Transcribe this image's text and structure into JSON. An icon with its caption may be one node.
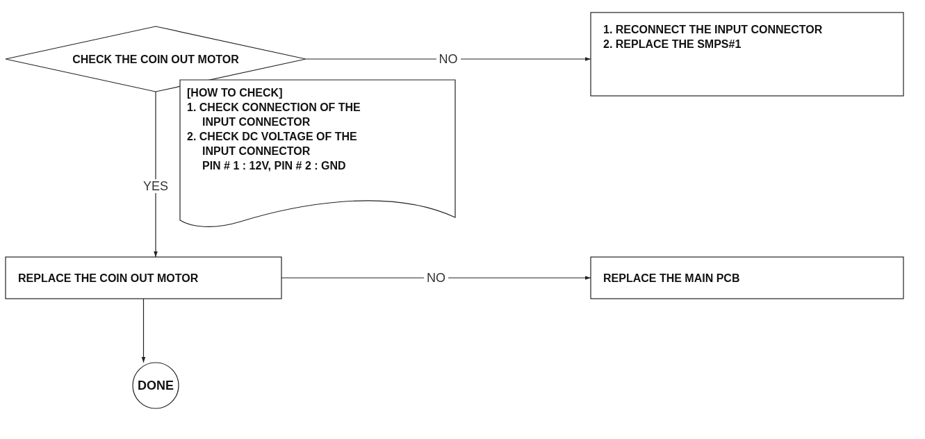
{
  "diagram": {
    "nodes": [
      {
        "text": [
          "CHECK THE COIN OUT MOTOR"
        ]
      },
      {
        "text": [
          "1. RECONNECT THE INPUT CONNECTOR",
          "2. REPLACE THE SMPS#1"
        ]
      },
      {
        "text": [
          "[HOW TO CHECK]",
          "1. CHECK CONNECTION OF THE INPUT CONNECTOR",
          "2. CHECK DC VOLTAGE OF THE INPUT CONNECTOR",
          "PIN # 1 : 12V,  PIN # 2 : GND"
        ]
      },
      {
        "text": [
          "REPLACE THE COIN OUT MOTOR"
        ]
      },
      {
        "text": [
          "REPLACE THE MAIN PCB"
        ]
      },
      {
        "text": [
          "DONE"
        ]
      }
    ],
    "edges": [
      {
        "from": 0,
        "to": 1,
        "arrow": "to",
        "label": "NO"
      },
      {
        "from": 0,
        "to": 3,
        "arrow": "to",
        "label": "YES"
      },
      {
        "from": 3,
        "to": 4,
        "arrow": "to",
        "label": "NO"
      },
      {
        "from": 3,
        "to": 5,
        "arrow": "to"
      }
    ]
  }
}
